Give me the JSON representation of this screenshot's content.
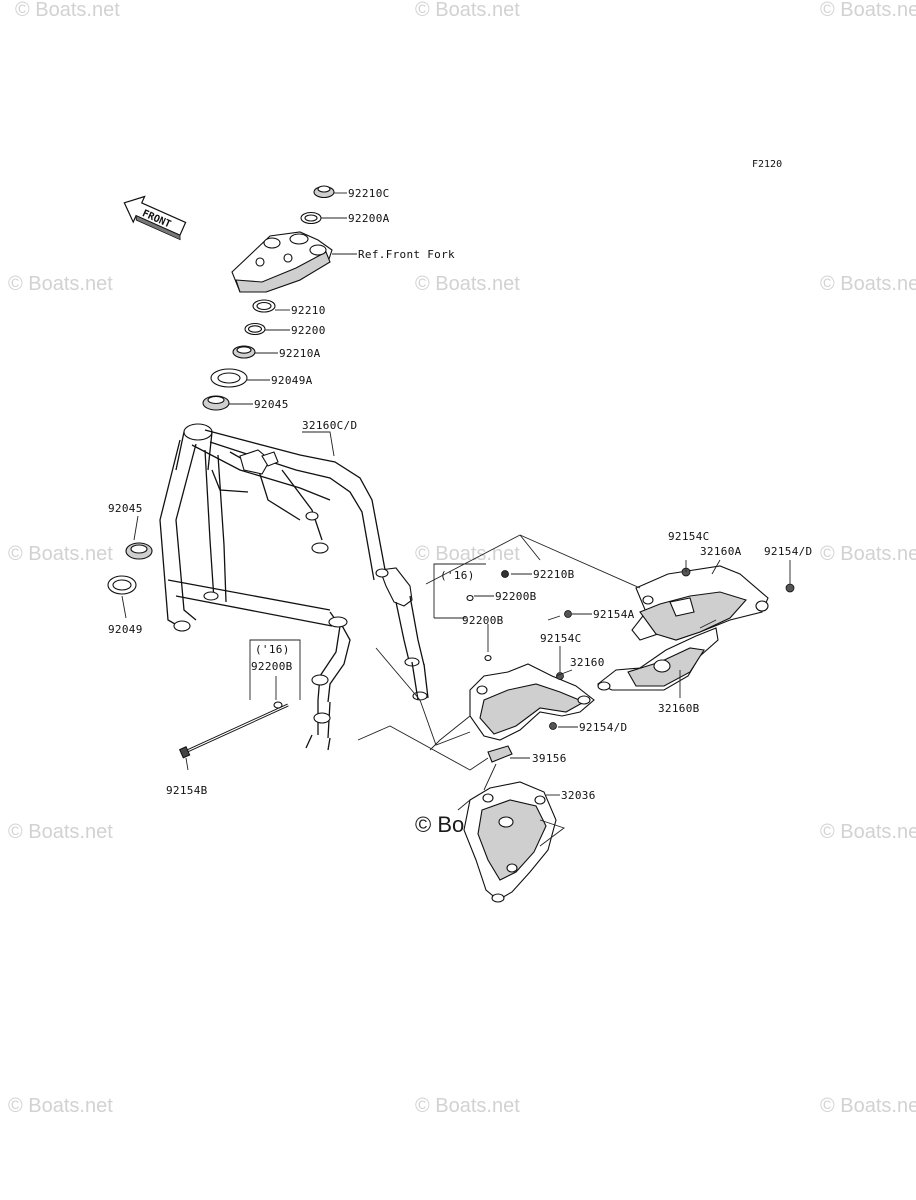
{
  "diagram_code": "F2120",
  "watermark": "© Boats.net",
  "center_watermark": "© Boats.net",
  "front_label": "FRONT",
  "year_note": "('16)",
  "callouts": [
    {
      "id": "92210C",
      "text": "92210C"
    },
    {
      "id": "92200A",
      "text": "92200A"
    },
    {
      "id": "ref-front-fork",
      "text": "Ref.Front Fork"
    },
    {
      "id": "92210",
      "text": "92210"
    },
    {
      "id": "92200",
      "text": "92200"
    },
    {
      "id": "92210A",
      "text": "92210A"
    },
    {
      "id": "92049A",
      "text": "92049A"
    },
    {
      "id": "92045-top",
      "text": "92045"
    },
    {
      "id": "32160C-D",
      "text": "32160C/D"
    },
    {
      "id": "92045-left",
      "text": "92045"
    },
    {
      "id": "92049",
      "text": "92049"
    },
    {
      "id": "92210B",
      "text": "92210B"
    },
    {
      "id": "92200B-a",
      "text": "92200B"
    },
    {
      "id": "92200B-b",
      "text": "92200B"
    },
    {
      "id": "92200B-c",
      "text": "92200B"
    },
    {
      "id": "92154C-a",
      "text": "92154C"
    },
    {
      "id": "32160A",
      "text": "32160A"
    },
    {
      "id": "92154-D-a",
      "text": "92154/D"
    },
    {
      "id": "92154A",
      "text": "92154A"
    },
    {
      "id": "92154C-b",
      "text": "92154C"
    },
    {
      "id": "32160",
      "text": "32160"
    },
    {
      "id": "32160B",
      "text": "32160B"
    },
    {
      "id": "92154-D-b",
      "text": "92154/D"
    },
    {
      "id": "39156",
      "text": "39156"
    },
    {
      "id": "32036",
      "text": "32036"
    },
    {
      "id": "92154B",
      "text": "92154B"
    }
  ]
}
